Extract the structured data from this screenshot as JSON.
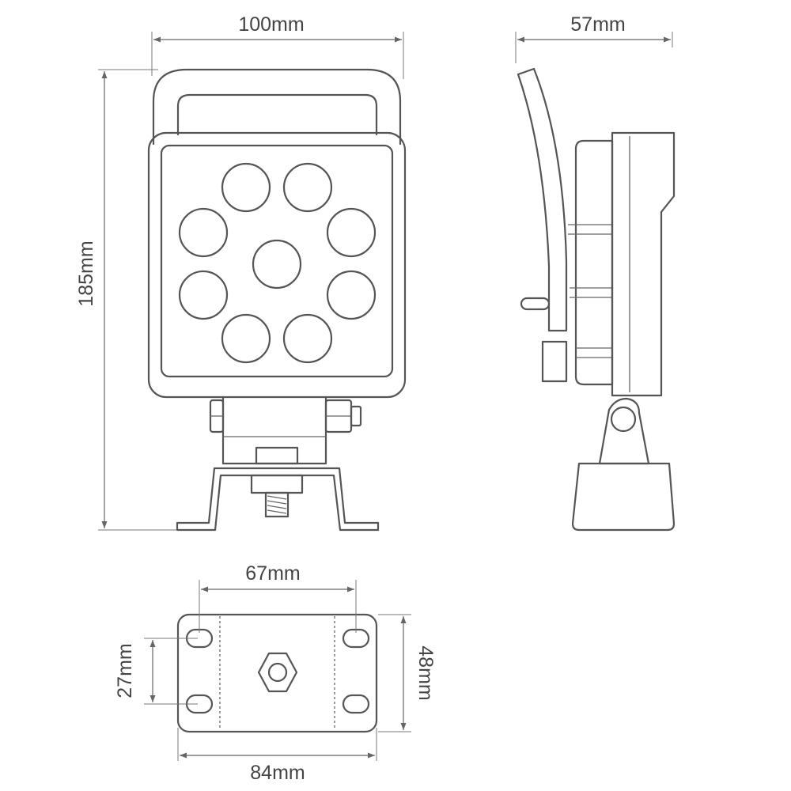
{
  "dimensions": {
    "front_width": "100mm",
    "front_height": "185mm",
    "side_depth": "57mm",
    "base_hole_spacing": "67mm",
    "base_width": "84mm",
    "base_hole_pitch": "27mm",
    "base_height": "48mm"
  }
}
